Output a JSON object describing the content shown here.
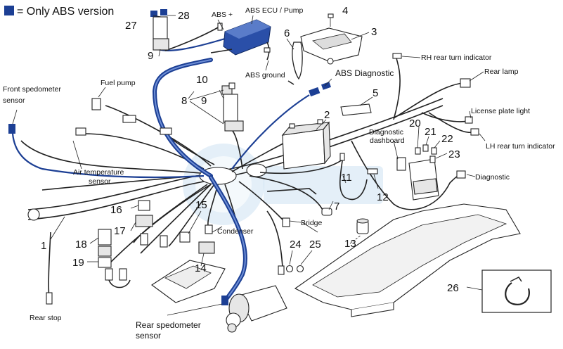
{
  "legend": {
    "text": "= Only ABS version",
    "color": "#1c3f94"
  },
  "labels": {
    "front_spedometer_sensor_1": "Front spedometer",
    "front_spedometer_sensor_2": "sensor",
    "fuel_pump": "Fuel pump",
    "air_temperature_sensor_1": "Air temperature",
    "air_temperature_sensor_2": "sensor",
    "abs_plus": "ABS +",
    "abs_ecu_pump": "ABS ECU / Pump",
    "abs_ground": "ABS ground",
    "abs_diagnostic": "ABS Diagnostic",
    "rh_rear_turn_indicator": "RH rear turn indicator",
    "rear_lamp": "Rear lamp",
    "license_plate_light": "License plate light",
    "lh_rear_turn_indicator": "LH rear turn indicator",
    "diagnostic_dashboard_1": "Diagnostic",
    "diagnostic_dashboard_2": "dashboard",
    "diagnostic": "Diagnostic",
    "condenser": "Condenser",
    "bridge": "Bridge",
    "rear_stop": "Rear stop",
    "rear_spedometer_sensor_1": "Rear spedometer",
    "rear_spedometer_sensor_2": "sensor"
  },
  "numbers": {
    "n1": "1",
    "n2": "2",
    "n3": "3",
    "n4": "4",
    "n5": "5",
    "n6": "6",
    "n7": "7",
    "n8": "8",
    "n9a": "9",
    "n9b": "9",
    "n10": "10",
    "n11": "11",
    "n12": "12",
    "n13": "13",
    "n14": "14",
    "n15": "15",
    "n16": "16",
    "n17": "17",
    "n18": "18",
    "n19": "19",
    "n20": "20",
    "n21": "21",
    "n22": "22",
    "n23": "23",
    "n24": "24",
    "n25": "25",
    "n26": "26",
    "n27": "27",
    "n28": "28"
  }
}
